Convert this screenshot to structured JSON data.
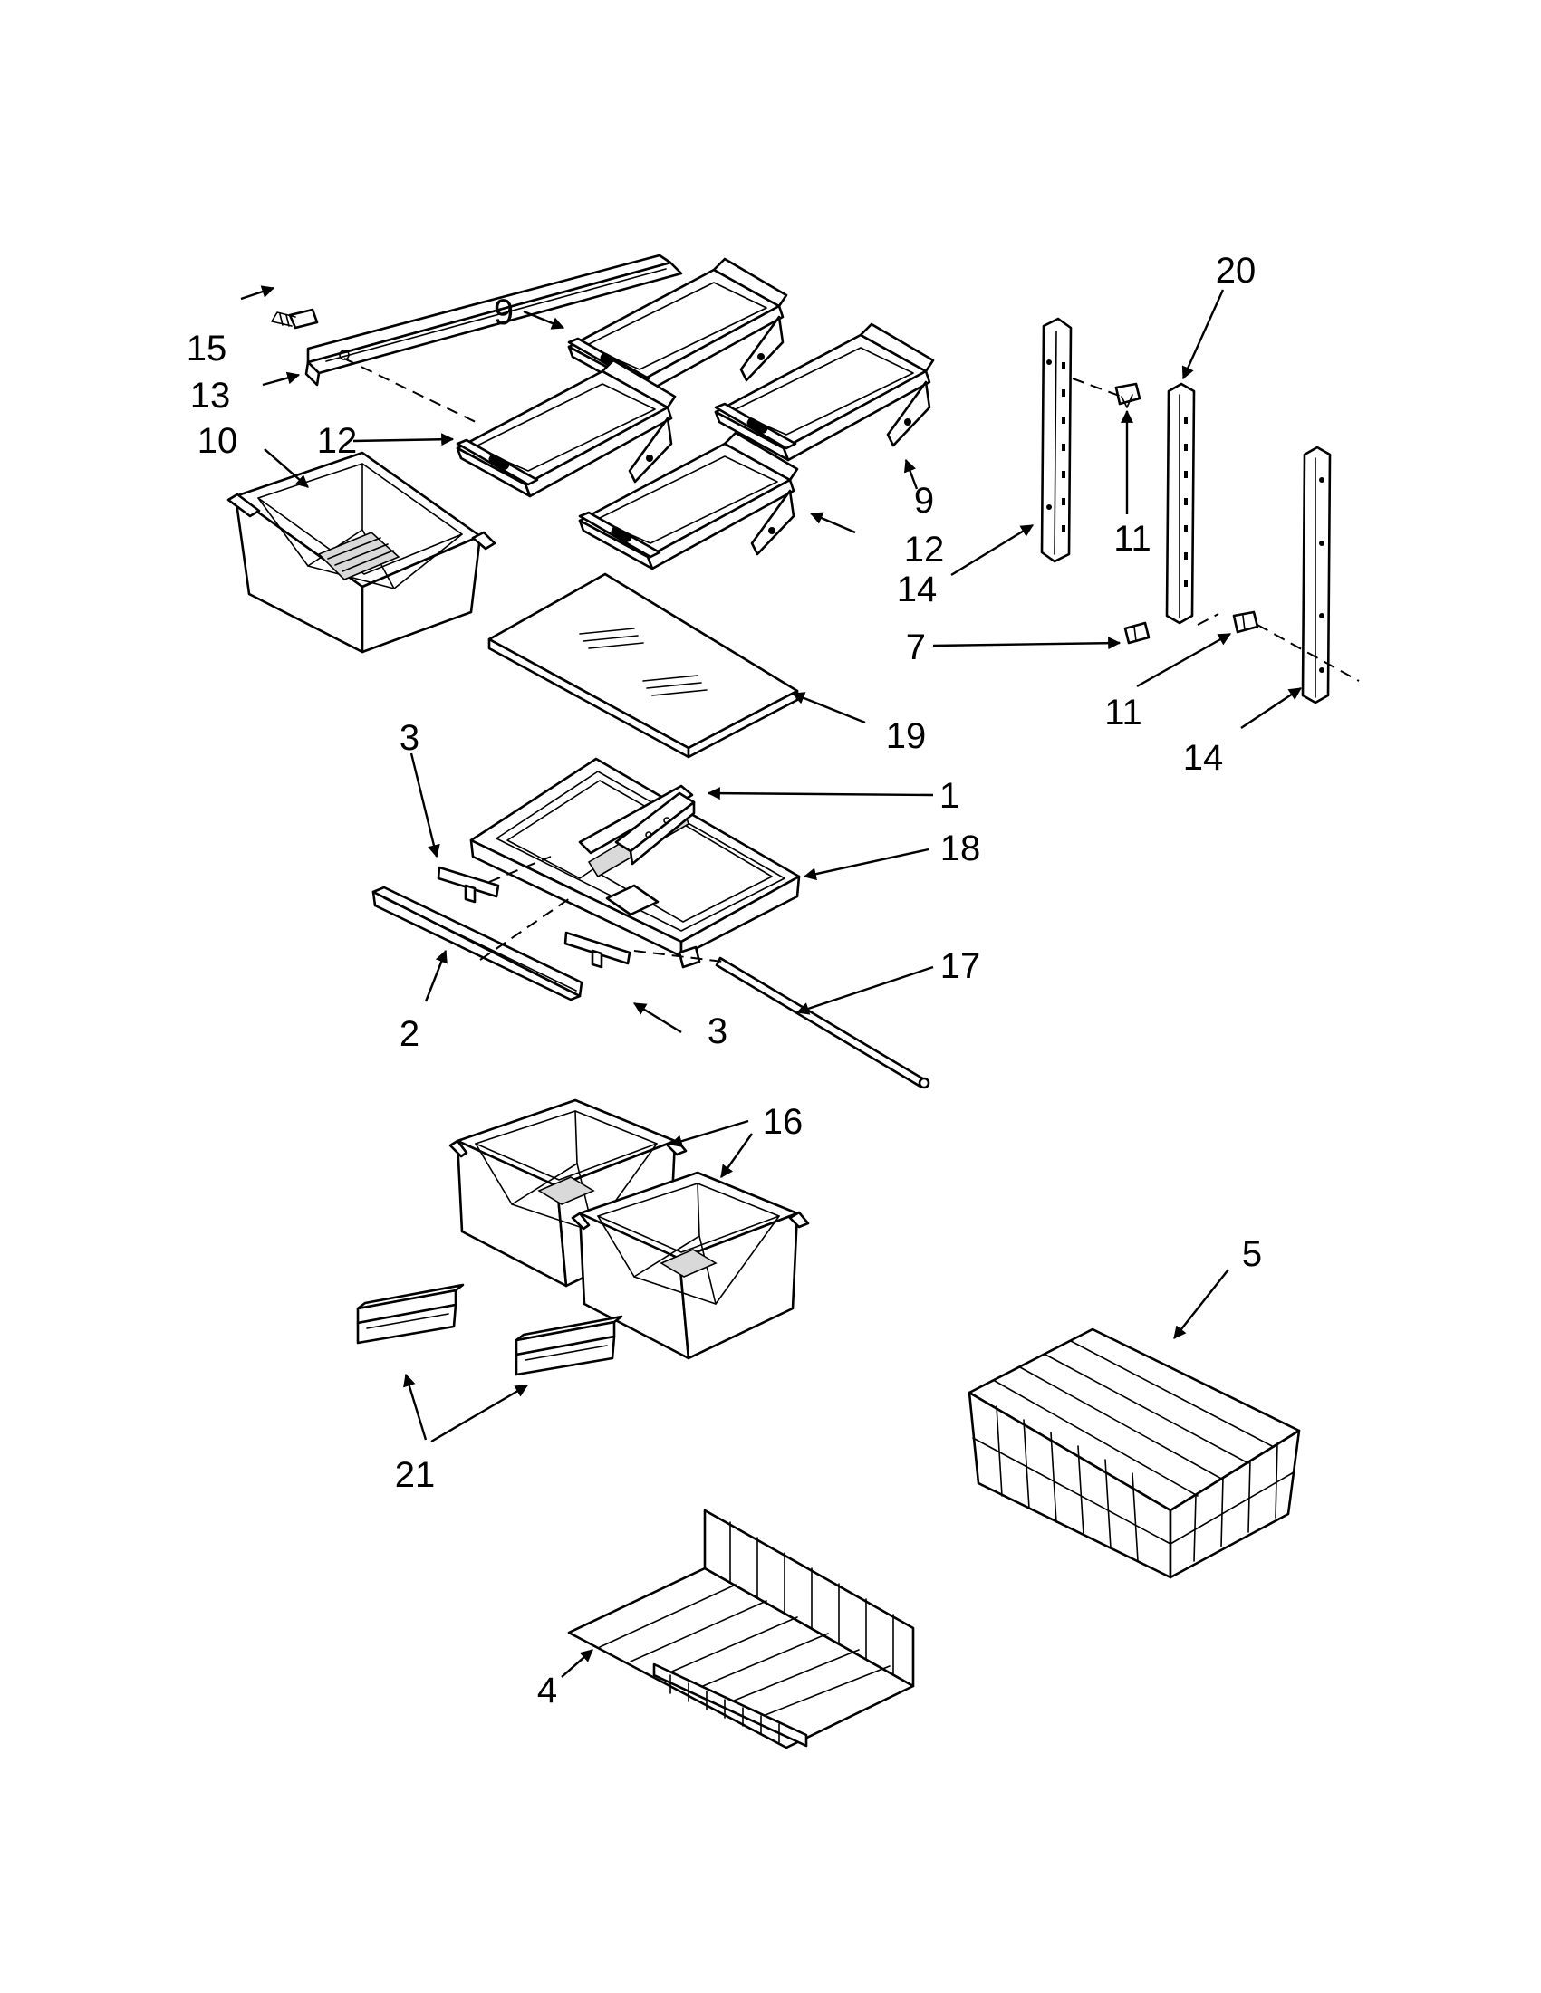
{
  "callouts": {
    "c1": "1",
    "c2": "2",
    "c3a": "3",
    "c3b": "3",
    "c4": "4",
    "c5": "5",
    "c7": "7",
    "c9a": "9",
    "c9b": "9",
    "c10": "10",
    "c11a": "11",
    "c11b": "11",
    "c12a": "12",
    "c12b": "12",
    "c13": "13",
    "c14a": "14",
    "c14b": "14",
    "c15": "15",
    "c16": "16",
    "c17": "17",
    "c18": "18",
    "c19": "19",
    "c20": "20",
    "c21": "21"
  }
}
